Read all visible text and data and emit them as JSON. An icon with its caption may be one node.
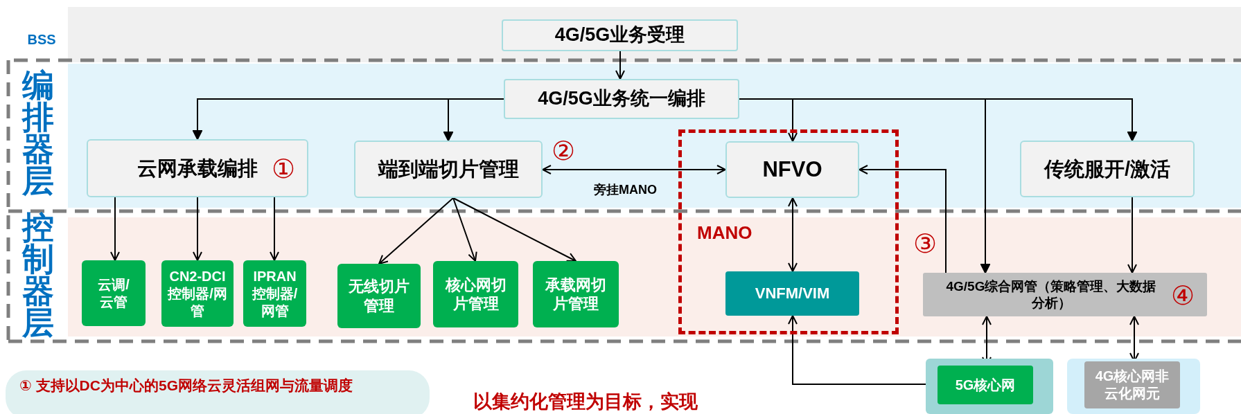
{
  "diagram": {
    "nodes": [
      {
        "text": [
          "4G/5G业务受理"
        ]
      },
      {
        "text": [
          "4G/5G业务统一编排"
        ]
      },
      {
        "text": [
          "云网承载编排"
        ]
      },
      {
        "text": [
          "端到端切片管理"
        ]
      },
      {
        "text": [
          "MANO"
        ]
      },
      {
        "text": [
          "NFVO"
        ],
        "in": 4
      },
      {
        "text": [
          "传统服开/激活"
        ]
      },
      {
        "text": [
          "云调/云管"
        ]
      },
      {
        "text": [
          "CN2-DCI控制器/网管"
        ]
      },
      {
        "text": [
          "IPRAN控制器/网管"
        ]
      },
      {
        "text": [
          "无线切片管理"
        ]
      },
      {
        "text": [
          "核心网切片管理"
        ]
      },
      {
        "text": [
          "承载网切片管理"
        ]
      },
      {
        "text": [
          "VNFM/VIM"
        ],
        "in": 4
      },
      {
        "text": [
          "4G/5G综合网管（策略管理、大数据分析）"
        ]
      },
      {
        "text": [],
        "shape": "box"
      },
      {
        "text": [
          "5G核心网"
        ],
        "in": 15
      },
      {
        "text": [],
        "shape": "box"
      },
      {
        "text": [
          "4G核心网非云化网元"
        ],
        "in": 17
      },
      {
        "text": [
          "① 支持以DC为中心的5G网络云灵活组网与流量调度"
        ]
      }
    ],
    "edges": [
      {
        "from": 0,
        "to": 1,
        "arrow": "to"
      },
      {
        "from": 1,
        "to": 2,
        "arrow": "to"
      },
      {
        "from": 1,
        "to": 3,
        "arrow": "to"
      },
      {
        "from": 1,
        "to": 5,
        "arrow": "to"
      },
      {
        "from": 1,
        "to": 14,
        "arrow": "to"
      },
      {
        "from": 1,
        "to": 6,
        "arrow": "to"
      },
      {
        "from": 3,
        "to": 5,
        "arrow": "both",
        "label": "旁挂MANO"
      },
      {
        "from": 14,
        "to": 5,
        "arrow": "to"
      },
      {
        "from": 2,
        "to": 7,
        "arrow": "to"
      },
      {
        "from": 2,
        "to": 8,
        "arrow": "to"
      },
      {
        "from": 2,
        "to": 9,
        "arrow": "to"
      },
      {
        "from": 3,
        "to": 10,
        "arrow": "to"
      },
      {
        "from": 3,
        "to": 11,
        "arrow": "to"
      },
      {
        "from": 3,
        "to": 12,
        "arrow": "to"
      },
      {
        "from": 5,
        "to": 13,
        "arrow": "both"
      },
      {
        "from": 6,
        "to": 14,
        "arrow": "to"
      },
      {
        "from": 13,
        "to": 16,
        "arrow": "both"
      },
      {
        "from": 14,
        "to": 16,
        "arrow": "both"
      },
      {
        "from": 14,
        "to": 18,
        "arrow": "both"
      }
    ],
    "labels": [
      "BSS",
      "编排器层",
      "控制器层",
      "①",
      "②",
      "③",
      "④",
      "以集约化管理为目标，实现"
    ]
  }
}
